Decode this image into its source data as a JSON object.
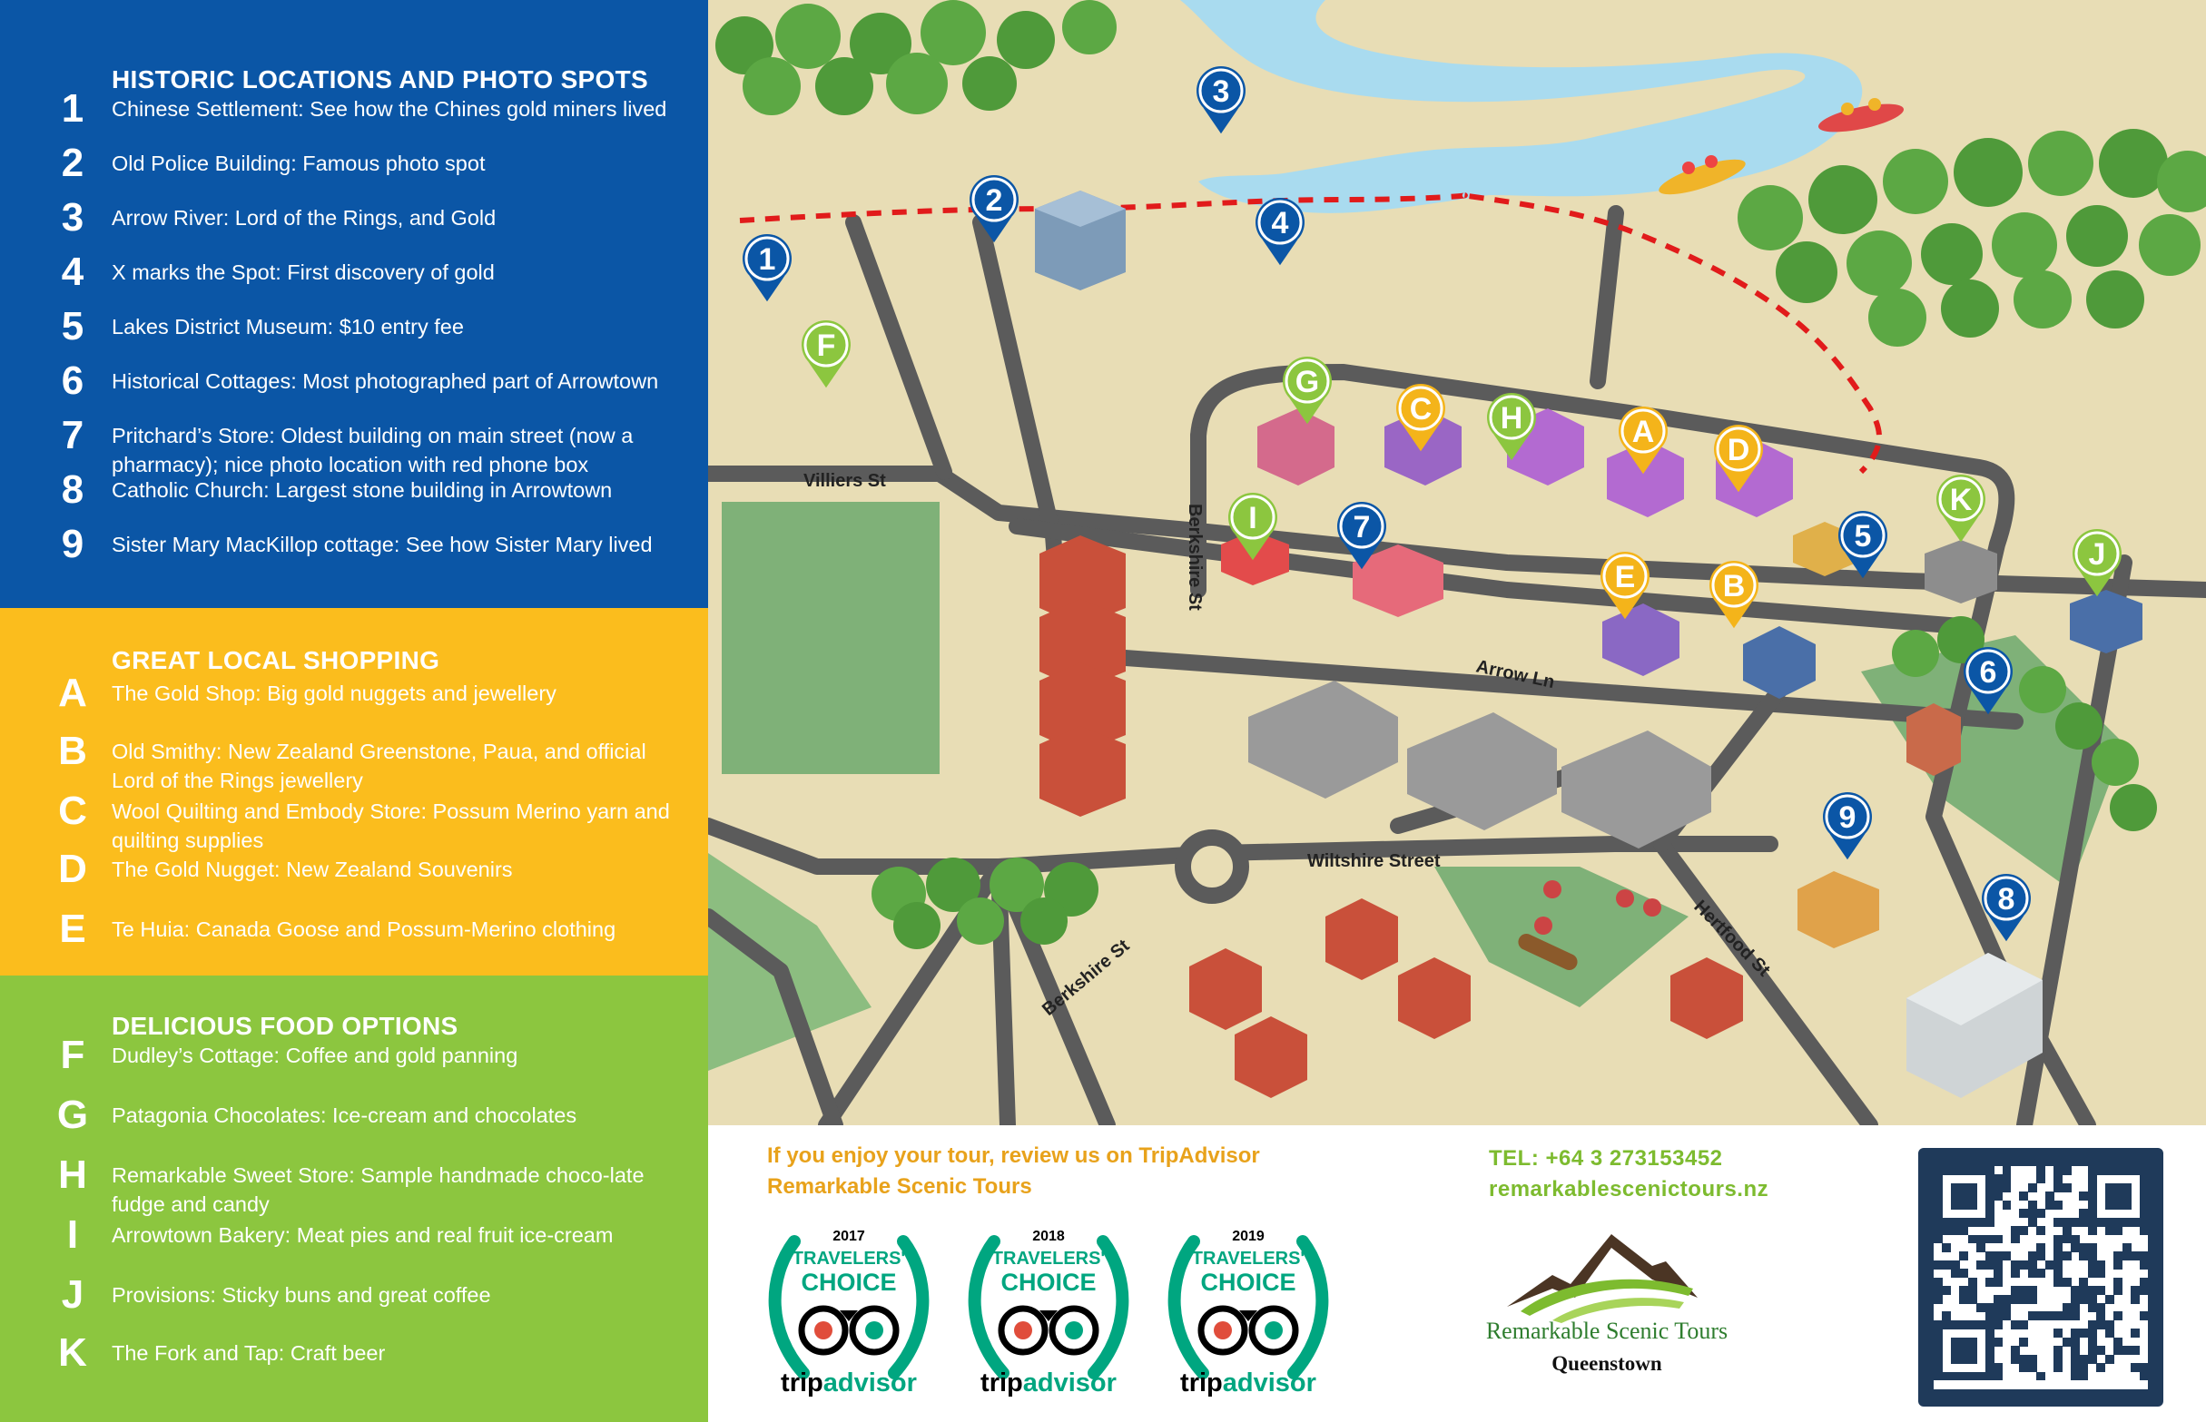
{
  "historic": {
    "title": "HISTORIC LOCATIONS AND PHOTO SPOTS",
    "items": [
      {
        "num": "1",
        "text": "Chinese Settlement: See how the Chines gold miners lived"
      },
      {
        "num": "2",
        "text": "Old Police Building: Famous photo spot"
      },
      {
        "num": "3",
        "text": "Arrow River:  Lord of the Rings, and Gold"
      },
      {
        "num": "4",
        "text": "X marks the Spot: First discovery of gold"
      },
      {
        "num": "5",
        "text": "Lakes District Museum: $10 entry fee"
      },
      {
        "num": "6",
        "text": "Historical Cottages: Most photographed part of Arrowtown"
      },
      {
        "num": "7",
        "text": "Pritchard’s Store: Oldest building on main street (now a pharmacy); nice photo location with red phone box"
      },
      {
        "num": "8",
        "text": "Catholic Church: Largest stone building in Arrowtown"
      },
      {
        "num": "9",
        "text": "Sister Mary MacKillop cottage: See how Sister Mary lived"
      }
    ]
  },
  "shopping": {
    "title": "GREAT LOCAL SHOPPING",
    "items": [
      {
        "num": "A",
        "text": "The Gold Shop: Big gold nuggets and jewellery"
      },
      {
        "num": "B",
        "text": "Old Smithy: New Zealand Greenstone, Paua, and official Lord of the Rings jewellery"
      },
      {
        "num": "C",
        "text": "Wool Quilting and Embody Store: Possum Merino yarn and quilting supplies"
      },
      {
        "num": "D",
        "text": "The Gold Nugget: New Zealand Souvenirs"
      },
      {
        "num": "E",
        "text": "Te Huia: Canada Goose and Possum-Merino clothing"
      }
    ]
  },
  "food": {
    "title": "DELICIOUS FOOD OPTIONS",
    "items": [
      {
        "num": "F",
        "text": "Dudley’s Cottage: Coffee and gold panning"
      },
      {
        "num": "G",
        "text": "Patagonia Chocolates: Ice-cream and chocolates"
      },
      {
        "num": "H",
        "text": "Remarkable Sweet Store: Sample handmade choco-late fudge and candy"
      },
      {
        "num": "I",
        "text": "Arrowtown Bakery: Meat pies and real fruit ice-cream"
      },
      {
        "num": "J",
        "text": "Provisions:  Sticky buns and great coffee"
      },
      {
        "num": "K",
        "text": "The Fork and Tap: Craft beer"
      }
    ]
  },
  "map": {
    "streets": {
      "villiers": "Villiers St",
      "berkshire_n": "Berkshire St",
      "berkshire_s": "Berkshire St",
      "arrow": "Arrow Ln",
      "wiltshire": "Wiltshire Street",
      "hertfood": "Hertfood St"
    },
    "markers": {
      "m1": "1",
      "m2": "2",
      "m3": "3",
      "m4": "4",
      "m5": "5",
      "m6": "6",
      "m7": "7",
      "m8": "8",
      "m9": "9",
      "mA": "A",
      "mB": "B",
      "mC": "C",
      "mD": "D",
      "mE": "E",
      "mF": "F",
      "mG": "G",
      "mH": "H",
      "mI": "I",
      "mJ": "J",
      "mK": "K"
    }
  },
  "footer": {
    "promo_line1": "If you enjoy your tour, review us on TripAdvisor",
    "promo_line2": "Remarkable Scenic Tours",
    "awards": [
      {
        "year": "2017",
        "line1": "TRAVELERS'",
        "line2": "CHOICE",
        "brand_a": "trip",
        "brand_b": "advisor"
      },
      {
        "year": "2018",
        "line1": "TRAVELERS'",
        "line2": "CHOICE",
        "brand_a": "trip",
        "brand_b": "advisor"
      },
      {
        "year": "2019",
        "line1": "TRAVELERS'",
        "line2": "CHOICE",
        "brand_a": "trip",
        "brand_b": "advisor"
      }
    ],
    "tel": "TEL: +64 3 273153452",
    "website": "remarkablescenictours.nz",
    "company": "Remarkable Scenic Tours",
    "city": "Queenstown"
  },
  "colors": {
    "historic_bg": "#0b56a6",
    "shopping_bg": "#fbbd1d",
    "food_bg": "#8cc63f",
    "marker_blue": "#0b56a6",
    "marker_yellow": "#f4b41a",
    "marker_green": "#8cc63f",
    "route_red": "#e11b1b"
  }
}
